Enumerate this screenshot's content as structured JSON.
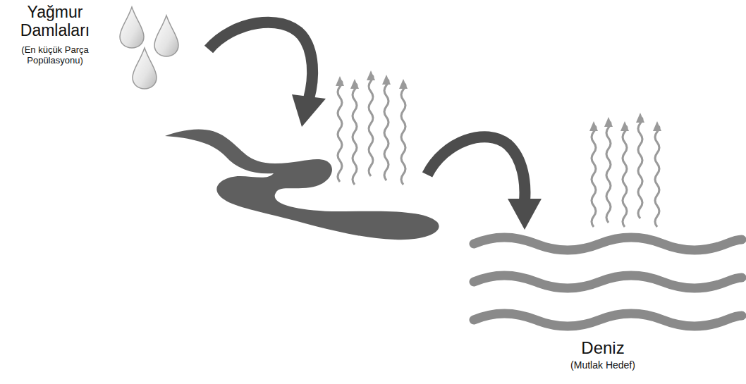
{
  "diagram": {
    "nodes": [
      {
        "text": [
          "Yağmur Damlaları",
          "(En küçük Parça Popülasyonu)"
        ]
      },
      {
        "text": [
          "Deniz",
          "(Mutlak Hedef)"
        ]
      }
    ]
  }
}
